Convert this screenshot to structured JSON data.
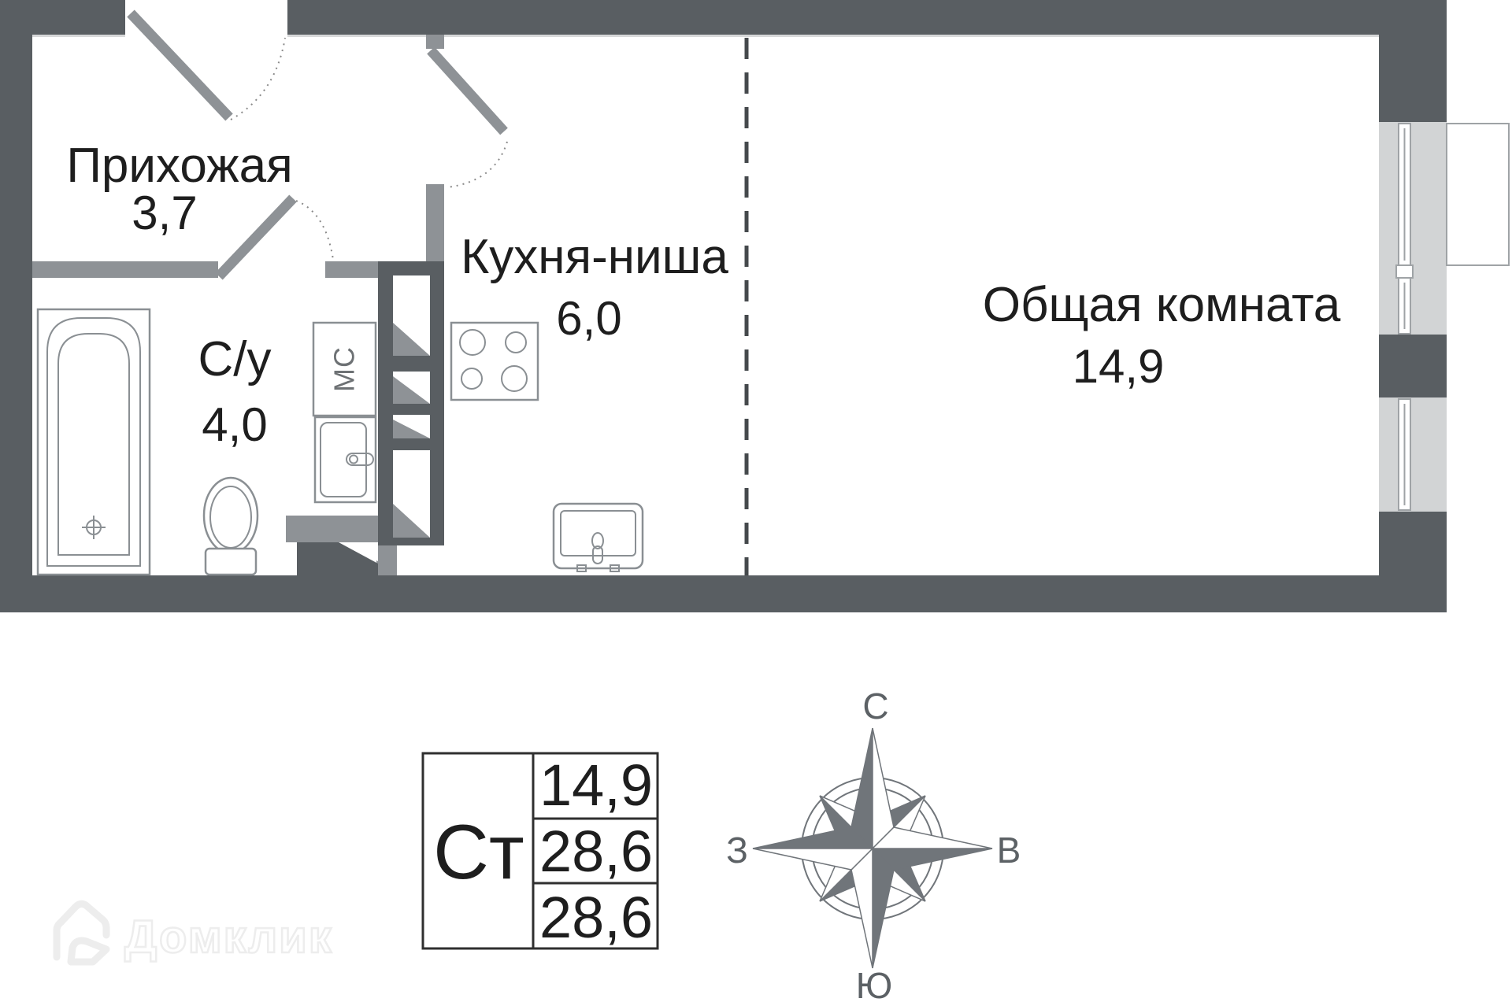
{
  "plan": {
    "rooms": [
      {
        "name": "Прихожая",
        "area": "3,7"
      },
      {
        "name": "С/у",
        "area": "4,0"
      },
      {
        "name": "Кухня-ниша",
        "area": "6,0"
      },
      {
        "name": "Общая комната",
        "area": "14,9"
      }
    ],
    "washer_label": "МС"
  },
  "info_table": {
    "apartment_type": "Ст",
    "living_area": "14,9",
    "total_area": "28,6",
    "reduced_total_area": "28,6"
  },
  "compass": {
    "north": "С",
    "south": "Ю",
    "west": "З",
    "east": "В"
  },
  "watermark": {
    "brand": "Домклик"
  },
  "colors": {
    "wall_dark": "#595E62",
    "wall_partition": "#8E9296",
    "window_fill": "#D2D4D5",
    "frame_stroke": "#9FA3A6",
    "fixture_stroke": "#8A8F93",
    "text_dark": "#1E1E1E"
  }
}
